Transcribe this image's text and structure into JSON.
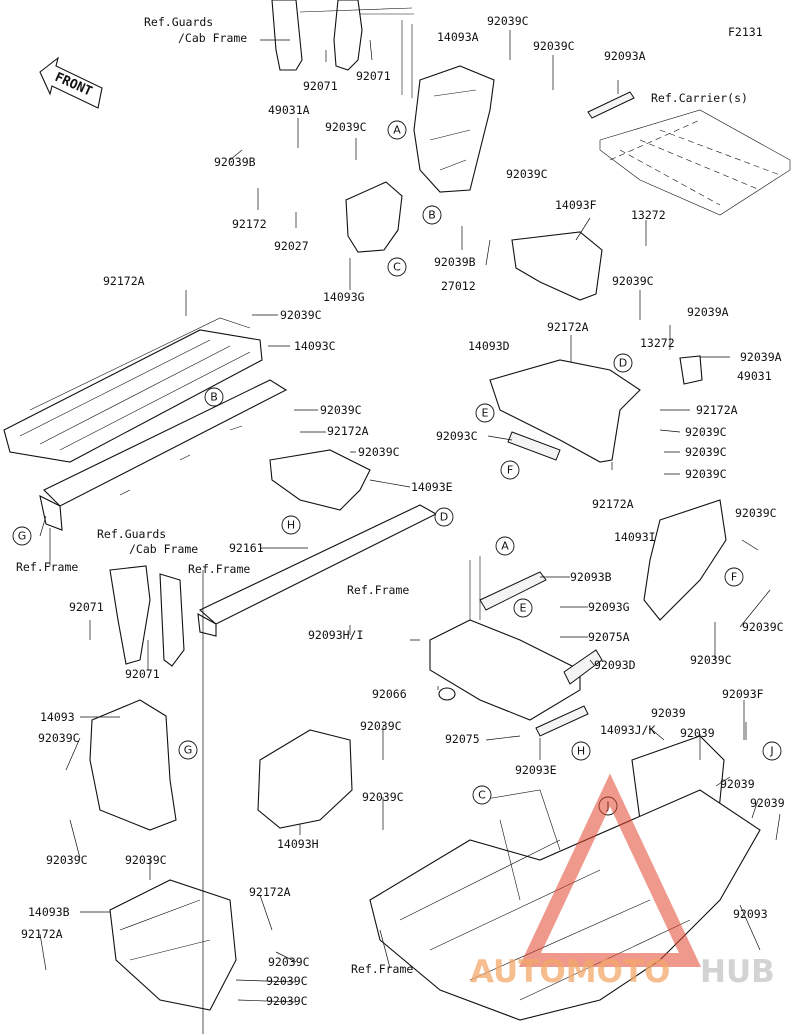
{
  "figure_id": "F2131",
  "front_label": "FRONT",
  "part_labels": {
    "ref_guards_cab_frame_1": "Ref.Guards\n/Cab Frame",
    "ref_guards_cab_frame_2": "Ref.Guards\n/Cab Frame",
    "ref_carriers": "Ref.Carrier(s)",
    "ref_frame_1": "Ref.Frame",
    "ref_frame_2": "Ref.Frame",
    "ref_frame_3": "Ref.Frame",
    "ref_frame_4": "Ref.Frame",
    "p14093A": "14093A",
    "p92039C_a": "92039C",
    "p92039C_b": "92039C",
    "p92093A_top": "92093A",
    "p92071_a": "92071",
    "p92071_b": "92071",
    "p49031A": "49031A",
    "p92039C_c": "92039C",
    "p92039B_a": "92039B",
    "p92039C_d": "92039C",
    "p92172_a": "92172",
    "p92027": "92027",
    "p92039B_b": "92039B",
    "p14093F": "14093F",
    "p13272_a": "13272",
    "p14093G": "14093G",
    "p27012": "27012",
    "p92172A_a": "92172A",
    "p92039C_e": "92039C",
    "p14093C": "14093C",
    "p92039C_f": "92039C",
    "p92039A_a": "92039A",
    "p92172A_b": "92172A",
    "p14093D": "14093D",
    "p13272_b": "13272",
    "p92039A_b": "92039A",
    "p49031": "49031",
    "p92039C_g": "92039C",
    "p92172A_c": "92172A",
    "p92093C": "92093C",
    "p92039C_h": "92039C",
    "p92039C_i": "92039C",
    "p92039C_j": "92039C",
    "p92172A_d": "92172A",
    "p92172A_e": "92172A",
    "p92039C_k": "92039C",
    "p14093E": "14093E",
    "p14093I": "14093I",
    "p92039C_l": "92039C",
    "p92161": "92161",
    "p92093B": "92093B",
    "p92093G": "92093G",
    "p92039C_m": "92039C",
    "p92071_c": "92071",
    "p92093H_I": "92093H/I",
    "p92075A": "92075A",
    "p92071_d": "92071",
    "p92093D": "92093D",
    "p92039C_n": "92039C",
    "p92066": "92066",
    "p92075": "92075",
    "p14093": "14093",
    "p92039C_o": "92039C",
    "p92039": "92039",
    "p92093F": "92093F",
    "p14093J_K": "14093J/K",
    "p92039_b": "92039",
    "p92093E": "92093E",
    "p92039C_p": "92039C",
    "p92039_c": "92039",
    "p92039_d": "92039",
    "p92039C_q": "92039C",
    "p92039C_r": "92039C",
    "p14093H": "14093H",
    "p92172A_f": "92172A",
    "p14093B": "14093B",
    "p92172A_g": "92172A",
    "p92039C_s": "92039C",
    "p92039C_t": "92039C",
    "p92039C_u": "92039C",
    "p92093": "92093"
  },
  "callouts": {
    "A1": "A",
    "A2": "A",
    "B1": "B",
    "B2": "B",
    "C1": "C",
    "C2": "C",
    "D1": "D",
    "D2": "D",
    "E1": "E",
    "E2": "E",
    "F1": "F",
    "F2": "F",
    "G1": "G",
    "G2": "G",
    "H1": "H",
    "H2": "H",
    "J1": "J",
    "J2": "J"
  },
  "watermark": {
    "part1": "AUTOMOTO",
    "part2": "HUB",
    "color1": "#f3a86a",
    "color2": "#c9c9c9",
    "logo_color": "#e0452d"
  }
}
